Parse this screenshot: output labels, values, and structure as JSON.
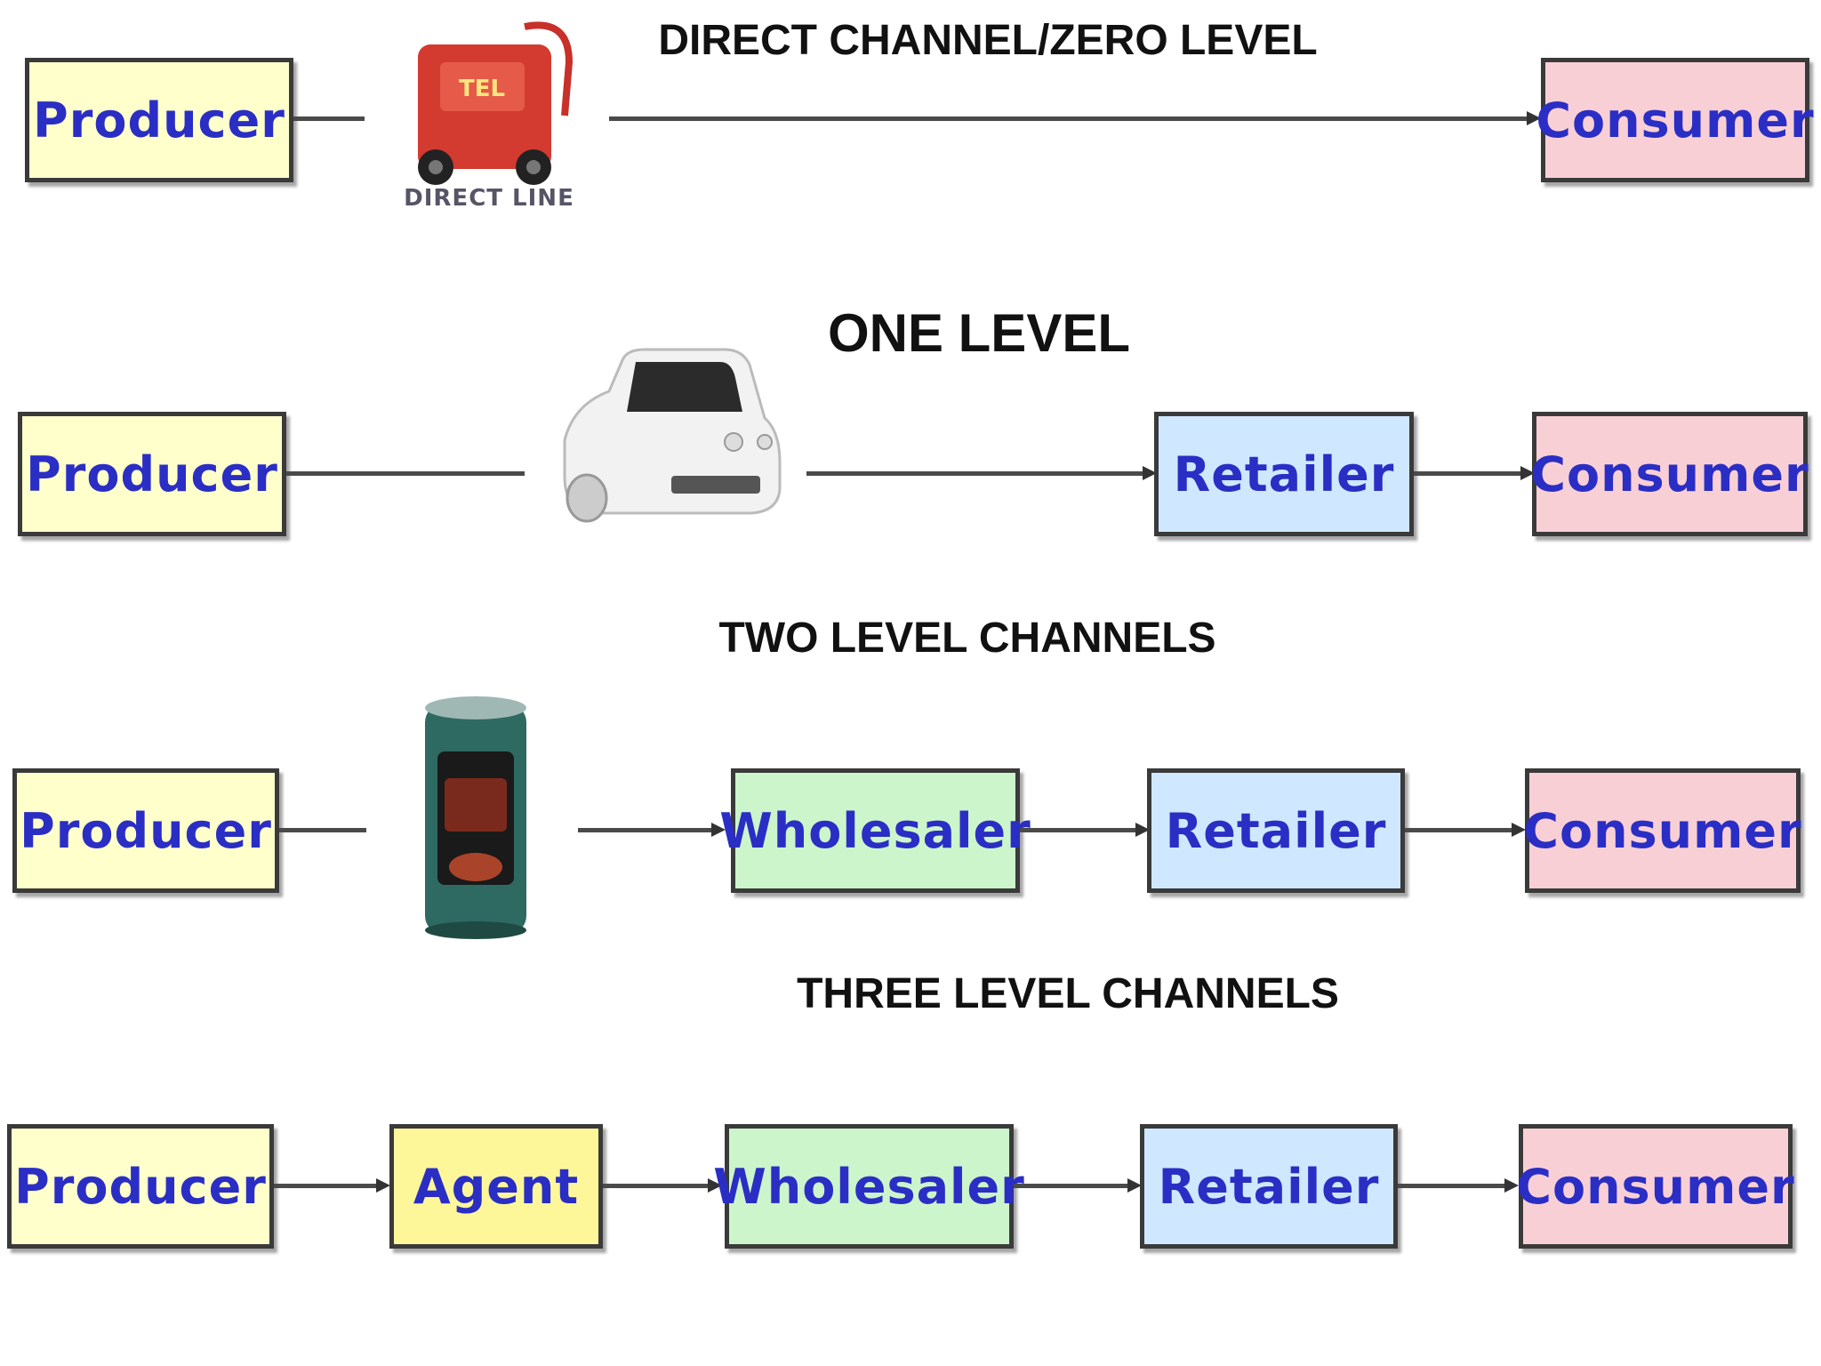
{
  "headings": {
    "direct": "DIRECT CHANNEL/ZERO LEVEL",
    "one": "ONE LEVEL",
    "two": "TWO LEVEL CHANNELS",
    "three": "THREE LEVEL CHANNELS"
  },
  "nodes": {
    "producer": "Producer",
    "agent": "Agent",
    "wholesaler": "Wholesaler",
    "retailer": "Retailer",
    "consumer": "Consumer"
  },
  "colors": {
    "producer": "#ffffcc",
    "agent": "#fdf79a",
    "wholesaler": "#ccf5cc",
    "retailer": "#cfe8ff",
    "consumer": "#f9cfd6",
    "text": "#2a2ec4"
  },
  "images": {
    "direct": {
      "icon": "red-phone-on-wheels-icon",
      "caption": "DIRECT LINE"
    },
    "one": {
      "icon": "car-icon"
    },
    "two": {
      "icon": "food-can-icon"
    }
  }
}
